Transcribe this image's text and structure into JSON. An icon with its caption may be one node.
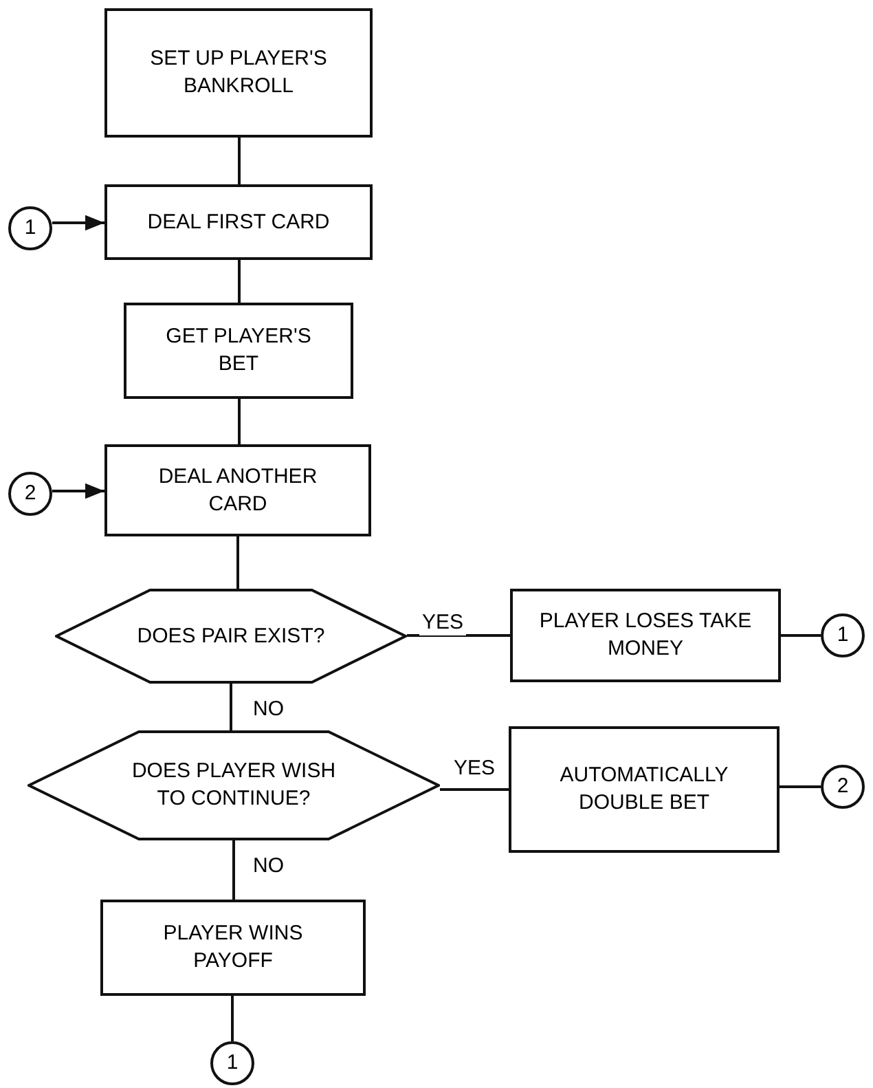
{
  "diagram": {
    "nodes": [
      {
        "text": [
          "SET UP PLAYER'S BANKROLL"
        ]
      },
      {
        "text": [
          "1"
        ]
      },
      {
        "text": [
          "DEAL FIRST CARD"
        ]
      },
      {
        "text": [
          "GET PLAYER'S BET"
        ]
      },
      {
        "text": [
          "2"
        ]
      },
      {
        "text": [
          "DEAL ANOTHER CARD"
        ]
      },
      {
        "text": [
          "DOES PAIR EXIST?"
        ]
      },
      {
        "text": [
          "PLAYER LOSES TAKE MONEY"
        ]
      },
      {
        "text": [
          "1"
        ]
      },
      {
        "text": [
          "DOES PLAYER WISH TO CONTINUE?"
        ]
      },
      {
        "text": [
          "AUTOMATICALLY DOUBLE BET"
        ]
      },
      {
        "text": [
          "2"
        ]
      },
      {
        "text": [
          "PLAYER WINS PAYOFF"
        ]
      },
      {
        "text": [
          "1"
        ]
      }
    ],
    "edges": [
      {
        "from": 0,
        "to": 2,
        "arrow": "none"
      },
      {
        "from": 1,
        "to": 2,
        "arrow": "to"
      },
      {
        "from": 2,
        "to": 3,
        "arrow": "none"
      },
      {
        "from": 3,
        "to": 5,
        "arrow": "none"
      },
      {
        "from": 4,
        "to": 5,
        "arrow": "to"
      },
      {
        "from": 5,
        "to": 6,
        "arrow": "none"
      },
      {
        "from": 6,
        "to": 7,
        "arrow": "none",
        "label": "YES"
      },
      {
        "from": 7,
        "to": 8,
        "arrow": "none"
      },
      {
        "from": 6,
        "to": 9,
        "arrow": "none",
        "label": "NO"
      },
      {
        "from": 9,
        "to": 10,
        "arrow": "none",
        "label": "YES"
      },
      {
        "from": 10,
        "to": 11,
        "arrow": "none"
      },
      {
        "from": 9,
        "to": 12,
        "arrow": "none",
        "label": "NO"
      },
      {
        "from": 12,
        "to": 13,
        "arrow": "none"
      }
    ]
  }
}
